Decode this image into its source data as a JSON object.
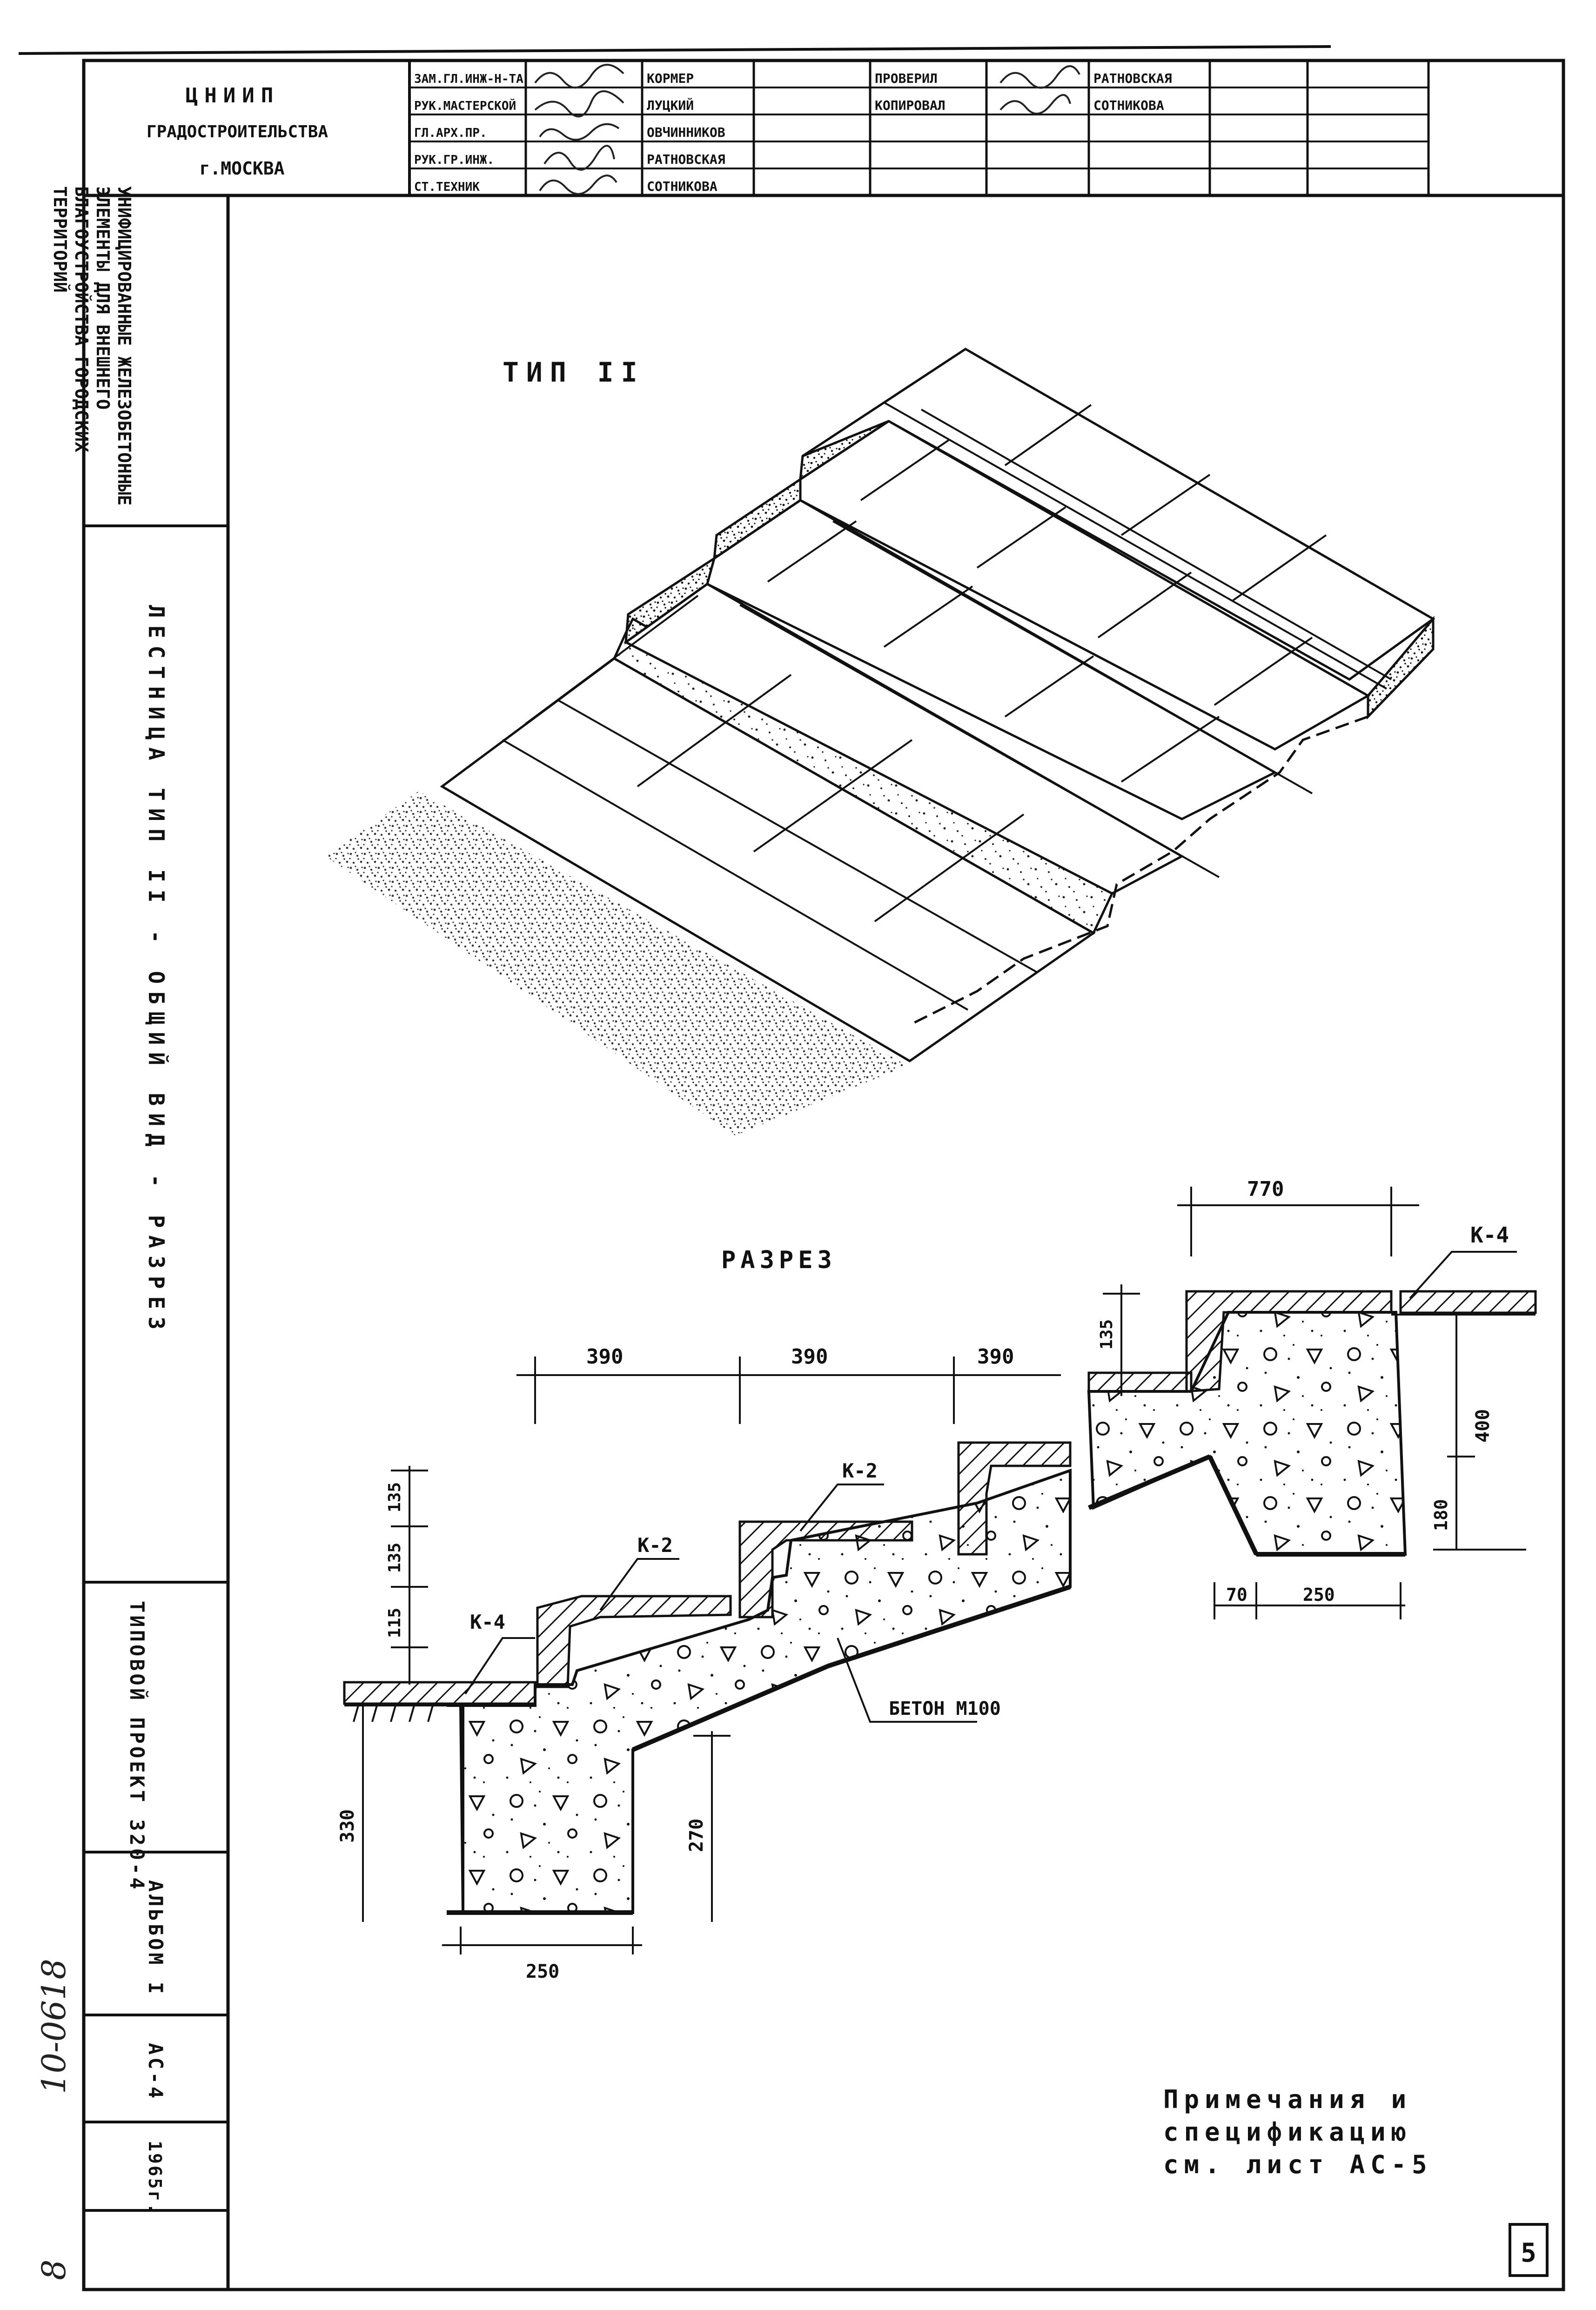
{
  "organization": {
    "line1": "ЦНИИП",
    "line2": "ГРАДОСТРОИТЕЛЬСТВА",
    "line3": "г.МОСКВА"
  },
  "signatures": [
    {
      "role": "ЗАМ.ГЛ.ИНЖ-Н-ТА",
      "name": "КОРМЕР"
    },
    {
      "role": "РУК.МАСТЕРСКОЙ",
      "name": "ЛУЦКИЙ"
    },
    {
      "role": "ГЛ.АРХ.ПР.",
      "name": "ОВЧИННИКОВ"
    },
    {
      "role": "РУК.ГР.ИНЖ.",
      "name": "РАТНОВСКАЯ"
    },
    {
      "role": "СТ.ТЕХНИК",
      "name": "СОТНИКОВА"
    }
  ],
  "checks": [
    {
      "role": "ПРОВЕРИЛ",
      "name": "РАТНОВСКАЯ"
    },
    {
      "role": "КОПИРОВАЛ",
      "name": "СОТНИКОВА"
    }
  ],
  "side": {
    "subject": "УНИФИЦИРОВАННЫЕ ЖЕЛЕЗОБЕТОННЫЕ ЭЛЕМЕНТЫ ДЛЯ ВНЕШНЕГО БЛАГОУСТРОЙСТВА ГОРОДСКИХ ТЕРРИТОРИЙ",
    "sheet_title": "ЛЕСТНИЦА ТИП II - ОБЩИЙ ВИД - РАЗРЕЗ",
    "project": "ТИПОВОЙ ПРОЕКТ 320-4",
    "album": "АЛЬБОМ I",
    "sheet_code": "АС-4",
    "year": "1965г."
  },
  "drawing": {
    "iso_title": "ТИП II",
    "section_title": "РАЗРЕЗ",
    "dims": {
      "width_770": "770",
      "step_390_a": "390",
      "step_390_b": "390",
      "step_390_c": "390",
      "rise_135_a": "135",
      "rise_135_b": "135",
      "rise_115": "115",
      "depth_330": "330",
      "depth_270": "270",
      "base_250": "250",
      "top_rise_135": "135",
      "top_400": "400",
      "top_180": "180",
      "top_70": "70",
      "top_250": "250"
    },
    "labels": {
      "k4_left": "К-4",
      "k2_a": "К-2",
      "k2_b": "К-2",
      "k4_top": "К-4",
      "concrete": "БЕТОН М100"
    }
  },
  "notes": [
    "Примечания и",
    "спецификацию",
    "см. лист АС-5"
  ],
  "sheet_number": "5",
  "handwritten": {
    "inventory": "10-0618",
    "page": "8"
  }
}
